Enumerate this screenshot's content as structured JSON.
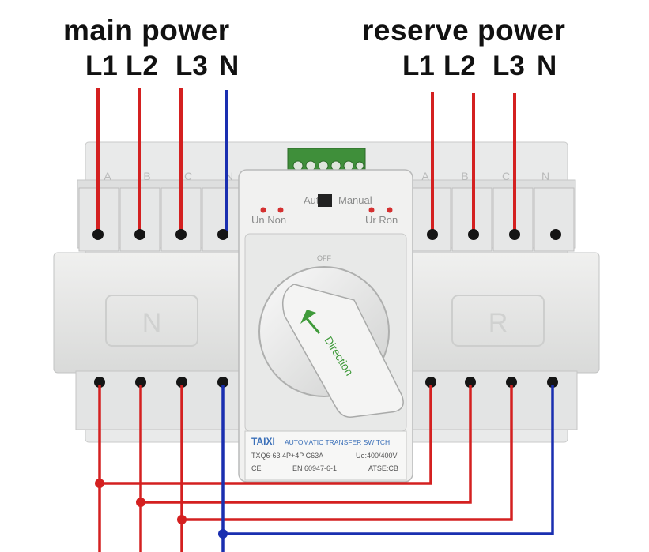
{
  "labels": {
    "main_power": "main power",
    "reserve_power": "reserve power",
    "main_phases": [
      "L1",
      "L2",
      "L3",
      "N"
    ],
    "reserve_phases": [
      "L1",
      "L2",
      "L3",
      "N"
    ]
  },
  "device": {
    "terminal_letters_left": [
      "A",
      "B",
      "C",
      "N"
    ],
    "terminal_letters_right": [
      "A",
      "B",
      "C",
      "N"
    ],
    "mode_auto": "Auto",
    "mode_manual": "Manual",
    "indicator_left": "Un Non",
    "indicator_right": "Ur Ron",
    "cover_left": "N",
    "cover_right": "R",
    "handle_text": "Direction",
    "dial_text": "OFF",
    "plate": {
      "brand": "TAIXI",
      "title": "AUTOMATIC TRANSFER SWITCH",
      "model": "TXQ6-63 4P+4P C63A",
      "ue": "Ue:400/400V",
      "ce": "CE",
      "standard": "EN 60947-6-1",
      "atse": "ATSE:CB"
    }
  },
  "colors": {
    "phase_wire": "#d42020",
    "neutral_wire": "#1a2fb0",
    "body": "#e4e5e4",
    "terminal": "#151515"
  }
}
